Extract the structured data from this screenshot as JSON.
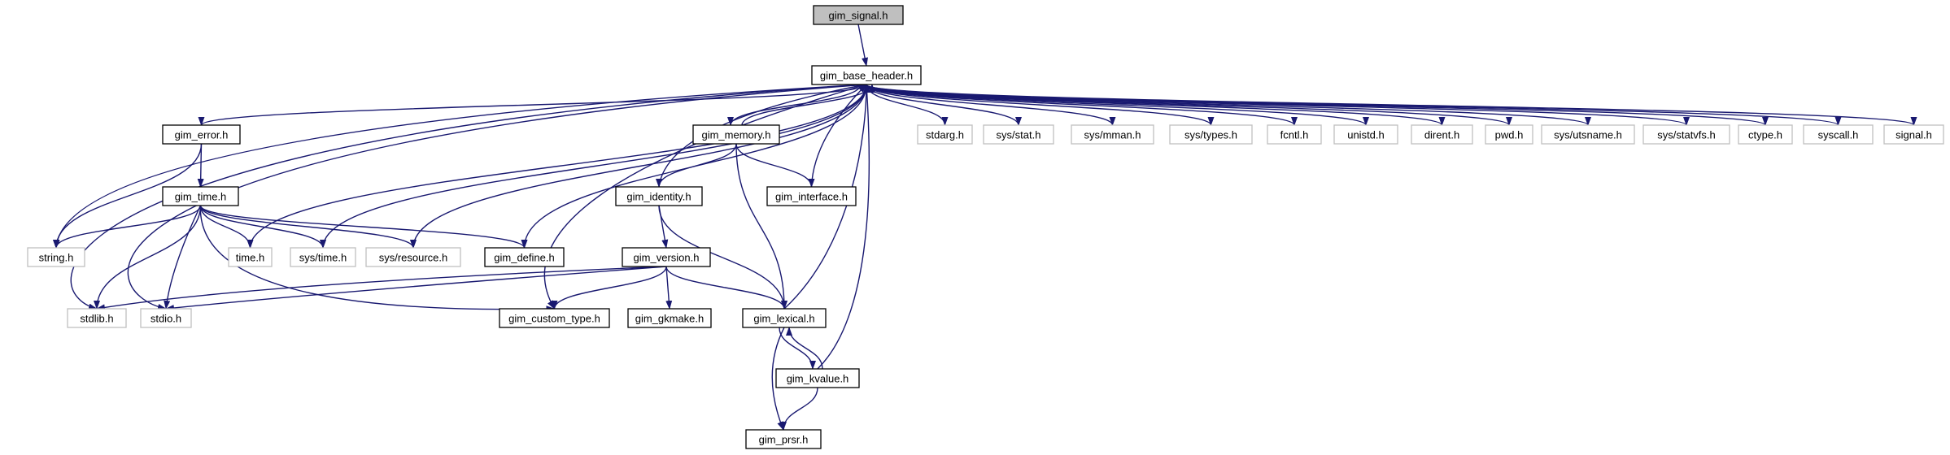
{
  "graph": {
    "colors": {
      "edge": "#191970",
      "border_main": "#000000",
      "border_external": "#bfbfbf",
      "root_fill": "#bfbfbf",
      "fill": "#ffffff"
    },
    "nodes": [
      {
        "id": "gim_signal",
        "label": "gim_signal.h",
        "kind": "root"
      },
      {
        "id": "gim_base_header",
        "label": "gim_base_header.h",
        "kind": "main"
      },
      {
        "id": "gim_error",
        "label": "gim_error.h",
        "kind": "main"
      },
      {
        "id": "gim_time",
        "label": "gim_time.h",
        "kind": "main"
      },
      {
        "id": "string",
        "label": "string.h",
        "kind": "external"
      },
      {
        "id": "time",
        "label": "time.h",
        "kind": "external"
      },
      {
        "id": "sys_time",
        "label": "sys/time.h",
        "kind": "external"
      },
      {
        "id": "sys_resource",
        "label": "sys/resource.h",
        "kind": "external"
      },
      {
        "id": "gim_define",
        "label": "gim_define.h",
        "kind": "main"
      },
      {
        "id": "stdlib",
        "label": "stdlib.h",
        "kind": "external"
      },
      {
        "id": "stdio",
        "label": "stdio.h",
        "kind": "external"
      },
      {
        "id": "gim_custom_type",
        "label": "gim_custom_type.h",
        "kind": "main"
      },
      {
        "id": "gim_memory",
        "label": "gim_memory.h",
        "kind": "main"
      },
      {
        "id": "gim_identity",
        "label": "gim_identity.h",
        "kind": "main"
      },
      {
        "id": "gim_interface",
        "label": "gim_interface.h",
        "kind": "main"
      },
      {
        "id": "gim_version",
        "label": "gim_version.h",
        "kind": "main"
      },
      {
        "id": "gim_gkmake",
        "label": "gim_gkmake.h",
        "kind": "main"
      },
      {
        "id": "gim_lexical",
        "label": "gim_lexical.h",
        "kind": "main"
      },
      {
        "id": "gim_kvalue",
        "label": "gim_kvalue.h",
        "kind": "main"
      },
      {
        "id": "gim_prsr",
        "label": "gim_prsr.h",
        "kind": "main"
      },
      {
        "id": "stdarg",
        "label": "stdarg.h",
        "kind": "external"
      },
      {
        "id": "sys_stat",
        "label": "sys/stat.h",
        "kind": "external"
      },
      {
        "id": "sys_mman",
        "label": "sys/mman.h",
        "kind": "external"
      },
      {
        "id": "sys_types",
        "label": "sys/types.h",
        "kind": "external"
      },
      {
        "id": "fcntl",
        "label": "fcntl.h",
        "kind": "external"
      },
      {
        "id": "unistd",
        "label": "unistd.h",
        "kind": "external"
      },
      {
        "id": "dirent",
        "label": "dirent.h",
        "kind": "external"
      },
      {
        "id": "pwd",
        "label": "pwd.h",
        "kind": "external"
      },
      {
        "id": "sys_utsname",
        "label": "sys/utsname.h",
        "kind": "external"
      },
      {
        "id": "sys_statvfs",
        "label": "sys/statvfs.h",
        "kind": "external"
      },
      {
        "id": "ctype",
        "label": "ctype.h",
        "kind": "external"
      },
      {
        "id": "syscall",
        "label": "syscall.h",
        "kind": "external"
      },
      {
        "id": "signal",
        "label": "signal.h",
        "kind": "external"
      }
    ],
    "edges": [
      [
        "gim_signal",
        "gim_base_header"
      ],
      [
        "gim_base_header",
        "gim_error"
      ],
      [
        "gim_base_header",
        "string"
      ],
      [
        "gim_base_header",
        "stdlib"
      ],
      [
        "gim_base_header",
        "stdio"
      ],
      [
        "gim_base_header",
        "time"
      ],
      [
        "gim_base_header",
        "sys_time"
      ],
      [
        "gim_base_header",
        "sys_resource"
      ],
      [
        "gim_base_header",
        "gim_define"
      ],
      [
        "gim_base_header",
        "gim_custom_type"
      ],
      [
        "gim_base_header",
        "gim_memory"
      ],
      [
        "gim_base_header",
        "stdarg"
      ],
      [
        "gim_base_header",
        "sys_stat"
      ],
      [
        "gim_base_header",
        "sys_mman"
      ],
      [
        "gim_base_header",
        "sys_types"
      ],
      [
        "gim_base_header",
        "fcntl"
      ],
      [
        "gim_base_header",
        "unistd"
      ],
      [
        "gim_base_header",
        "dirent"
      ],
      [
        "gim_base_header",
        "pwd"
      ],
      [
        "gim_base_header",
        "sys_utsname"
      ],
      [
        "gim_base_header",
        "sys_statvfs"
      ],
      [
        "gim_base_header",
        "ctype"
      ],
      [
        "gim_base_header",
        "syscall"
      ],
      [
        "gim_base_header",
        "signal"
      ],
      [
        "gim_error",
        "gim_time"
      ],
      [
        "gim_error",
        "string"
      ],
      [
        "gim_time",
        "string"
      ],
      [
        "gim_time",
        "stdlib"
      ],
      [
        "gim_time",
        "stdio"
      ],
      [
        "gim_time",
        "time"
      ],
      [
        "gim_time",
        "sys_time"
      ],
      [
        "gim_time",
        "sys_resource"
      ],
      [
        "gim_time",
        "gim_define"
      ],
      [
        "gim_time",
        "gim_custom_type"
      ],
      [
        "gim_memory",
        "gim_base_header"
      ],
      [
        "gim_memory",
        "gim_identity"
      ],
      [
        "gim_memory",
        "gim_interface"
      ],
      [
        "gim_memory",
        "gim_lexical"
      ],
      [
        "gim_identity",
        "gim_base_header"
      ],
      [
        "gim_identity",
        "gim_version"
      ],
      [
        "gim_identity",
        "gim_lexical"
      ],
      [
        "gim_interface",
        "gim_base_header"
      ],
      [
        "gim_version",
        "stdlib"
      ],
      [
        "gim_version",
        "stdio"
      ],
      [
        "gim_version",
        "gim_custom_type"
      ],
      [
        "gim_version",
        "gim_gkmake"
      ],
      [
        "gim_version",
        "gim_lexical"
      ],
      [
        "gim_lexical",
        "gim_base_header"
      ],
      [
        "gim_lexical",
        "gim_kvalue"
      ],
      [
        "gim_lexical",
        "gim_prsr"
      ],
      [
        "gim_kvalue",
        "gim_base_header"
      ],
      [
        "gim_kvalue",
        "gim_lexical"
      ],
      [
        "gim_kvalue",
        "gim_prsr"
      ]
    ]
  }
}
